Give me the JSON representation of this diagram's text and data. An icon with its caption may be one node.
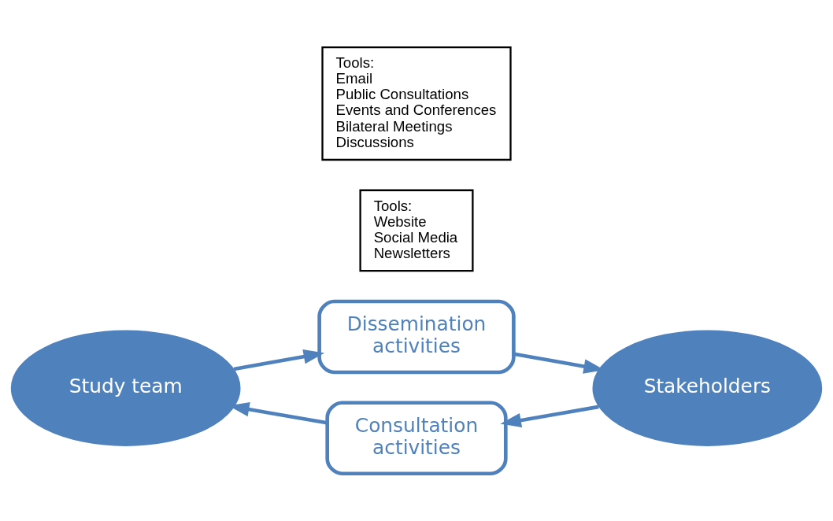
{
  "diagram": {
    "nodes": [
      {
        "text": [
          "Dissemination activities"
        ]
      },
      {
        "text": [
          "Tools:",
          "Website",
          "Social Media",
          "Newsletters"
        ]
      },
      {
        "text": [
          "Study team"
        ]
      },
      {
        "text": [
          "Tools:",
          "Email",
          "Public Consultations",
          "Events and Conferences",
          "Bilateral Meetings",
          "Discussions"
        ]
      },
      {
        "text": [
          "Stakeholders"
        ]
      },
      {
        "text": [
          "Consultation activities"
        ]
      }
    ],
    "edges": [
      {
        "from": 2,
        "to": 0,
        "arrow": "to"
      },
      {
        "from": 0,
        "to": 4,
        "arrow": "to"
      },
      {
        "from": 4,
        "to": 5,
        "arrow": "to"
      },
      {
        "from": 5,
        "to": 2,
        "arrow": "to"
      }
    ]
  }
}
